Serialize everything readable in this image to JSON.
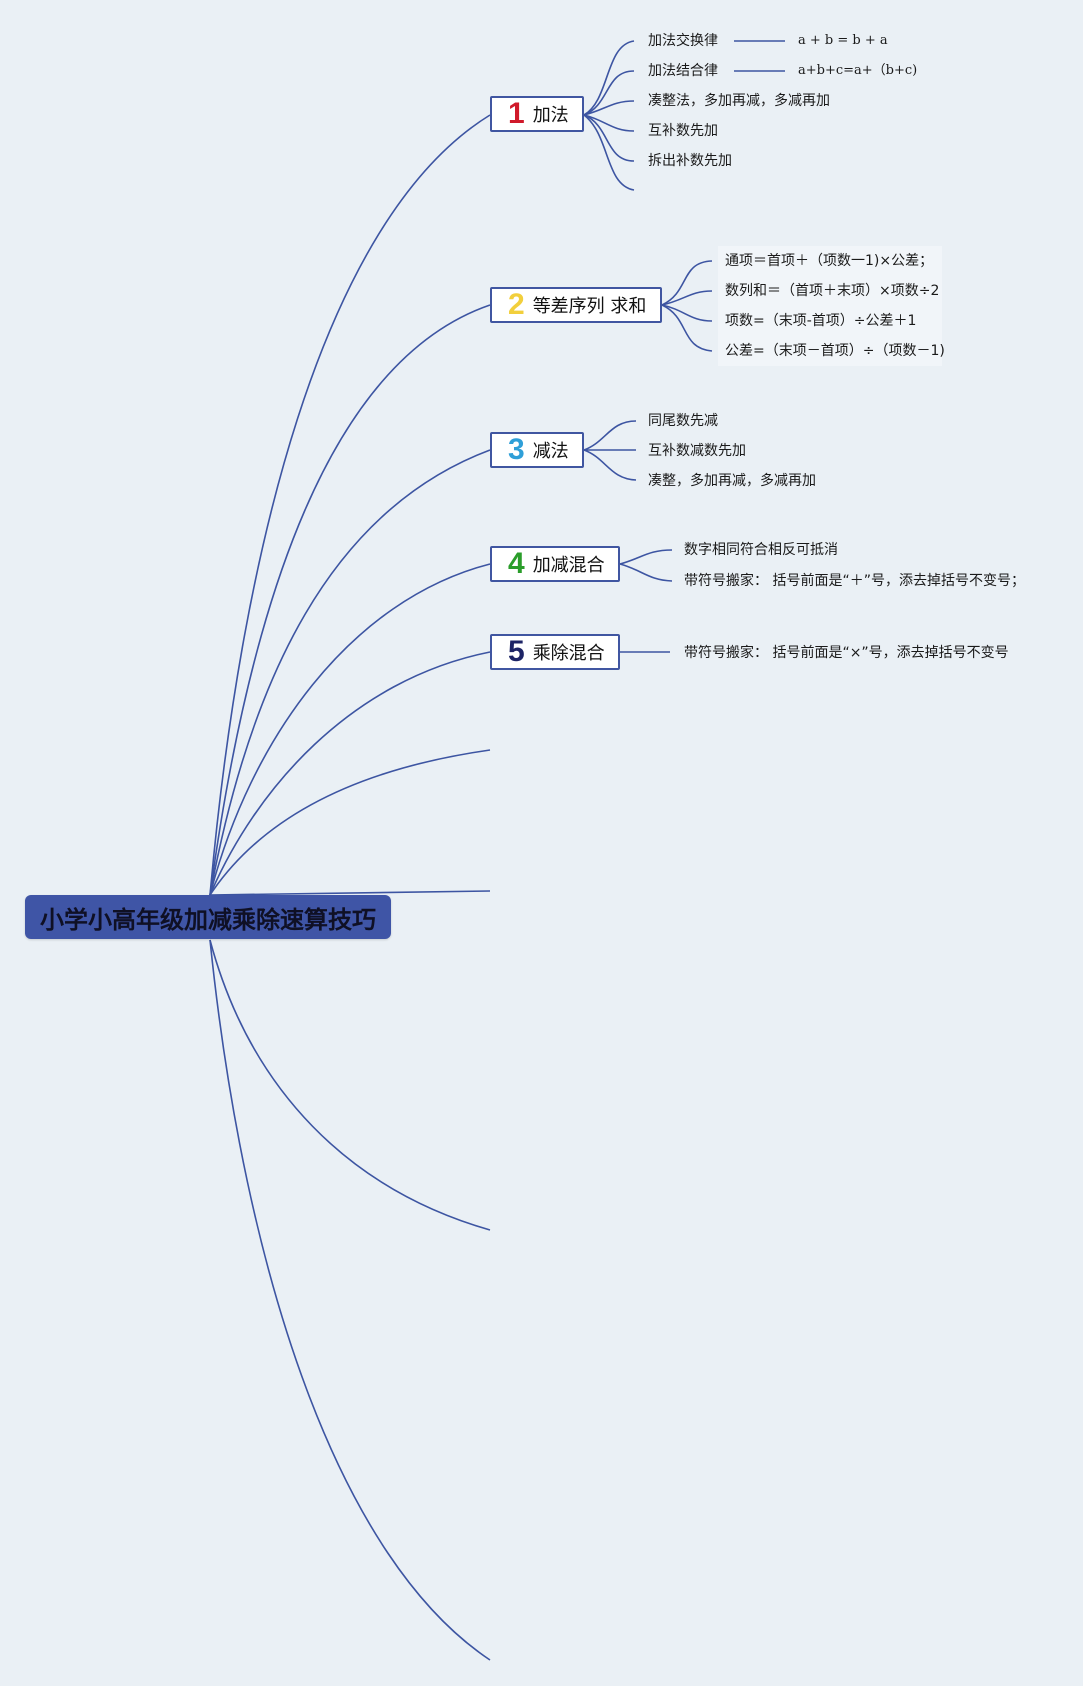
{
  "root": {
    "title": "小学小高年级加减乘除速算技巧"
  },
  "categories": [
    {
      "number": "1",
      "label": "加法",
      "number_color": "#d0192a",
      "items": [
        "加法交换律",
        "加法结合律",
        "凑整法，多加再减，多减再加",
        "互补数先加",
        "拆出补数先加"
      ],
      "formulas": [
        "a + b = b + a",
        "a+b+c=a+（b+c)"
      ]
    },
    {
      "number": "2",
      "label": "等差序列 求和",
      "number_color": "#f2cf3c",
      "items": [
        "通项＝首项＋（项数一1)×公差；",
        "数列和＝（首项＋末项）×项数÷2",
        "项数=（末项-首项）÷公差＋1",
        "公差=（末项－首项）÷（项数－1)"
      ]
    },
    {
      "number": "3",
      "label": "减法",
      "number_color": "#2f9fd8",
      "items": [
        "同尾数先减",
        "互补数减数先加",
        "凑整，多加再减，多减再加"
      ]
    },
    {
      "number": "4",
      "label": "加减混合",
      "number_color": "#2a9d2a",
      "items": [
        "数字相同符合相反可抵消",
        "带符号搬家： 括号前面是“＋”号，添去掉括号不变号；"
      ]
    },
    {
      "number": "5",
      "label": "乘除混合",
      "number_color": "#1d2466",
      "items": [
        "带符号搬家： 括号前面是“×”号，添去掉括号不变号"
      ]
    }
  ],
  "colors": {
    "line": "#3d55a2",
    "background": "#eaf0f5",
    "root_fill": "#3f55a6"
  }
}
